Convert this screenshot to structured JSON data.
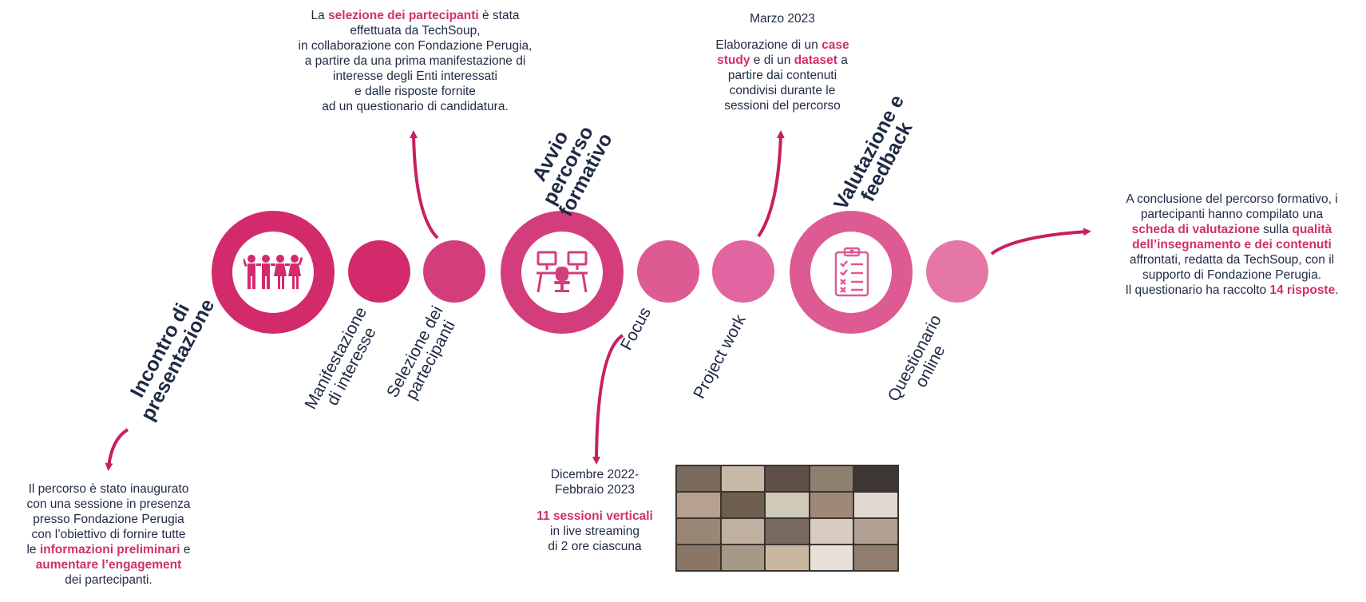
{
  "stages": [
    {
      "title_lines": [
        "Incontro di",
        "presentazione"
      ],
      "icon": "people-icon"
    },
    {
      "label_lines": [
        "Manifestazione",
        "di interesse"
      ]
    },
    {
      "label_lines": [
        "Selezione dei",
        "partecipanti"
      ]
    },
    {
      "title_lines": [
        "Avvio",
        "percorso",
        "formativo"
      ],
      "icon": "workstation-icon"
    },
    {
      "label_lines": [
        "Focus"
      ]
    },
    {
      "label_lines": [
        "Project work"
      ]
    },
    {
      "title_lines": [
        "Valutazione e",
        "feedback"
      ],
      "icon": "clipboard-checklist-icon"
    },
    {
      "label_lines": [
        "Questionario",
        "online"
      ]
    }
  ],
  "notes": {
    "intro": {
      "l1": "Il percorso è stato inaugurato",
      "l2": "con una sessione in presenza",
      "l3": "presso Fondazione Perugia",
      "l4": "con l’obiettivo di fornire tutte",
      "l5_pre": "le ",
      "l5_hl": "informazioni preliminari",
      "l5_post": " e",
      "l6_hl": "aumentare l’engagement",
      "l7": "dei partecipanti."
    },
    "selection": {
      "l1_pre": "La ",
      "l1_hl": "selezione dei partecipanti",
      "l1_post": " è stata",
      "l2": "effettuata da TechSoup,",
      "l3": "in collaborazione con Fondazione Perugia,",
      "l4": "a partire da una prima manifestazione di",
      "l5": "interesse degli Enti interessati",
      "l6": "e dalle  risposte fornite",
      "l7": "ad un questionario di candidatura."
    },
    "focus": {
      "date_l1": "Dicembre 2022-",
      "date_l2": "Febbraio 2023",
      "hl": "11 sessioni verticali",
      "l2": "in live streaming",
      "l3": "di 2 ore ciascuna"
    },
    "project": {
      "date": "Marzo 2023",
      "l1_pre": "Elaborazione di un ",
      "l1_hl": "case",
      "l2_hl": "study",
      "l2_mid": " e di un ",
      "l2_hl2": "dataset",
      "l2_post": " a",
      "l3": "partire dai contenuti",
      "l4": "condivisi durante le",
      "l5": "sessioni del percorso"
    },
    "feedback": {
      "l1": "A conclusione del percorso formativo, i",
      "l2": "partecipanti hanno compilato una",
      "l3_hl": "scheda di valutazione",
      "l3_mid": " sulla ",
      "l3_hl2": "qualità",
      "l4_hl": "dell’insegnamento e dei contenuti",
      "l5": "affrontati, redatta da TechSoup, con il",
      "l6": "supporto di Fondazione Perugia.",
      "l7_pre": "Il questionario ha raccolto ",
      "l7_hl": "14 risposte",
      "l7_post": "."
    }
  },
  "colors": {
    "magenta_dark": "#d32a6b",
    "magenta": "#d43d7c",
    "magenta_mid": "#dd5a92",
    "magenta_light": "#e577a6",
    "highlight": "#d0306a",
    "text": "#1f2a44"
  },
  "photo": {
    "description_icon": "video-call-grid-image"
  }
}
